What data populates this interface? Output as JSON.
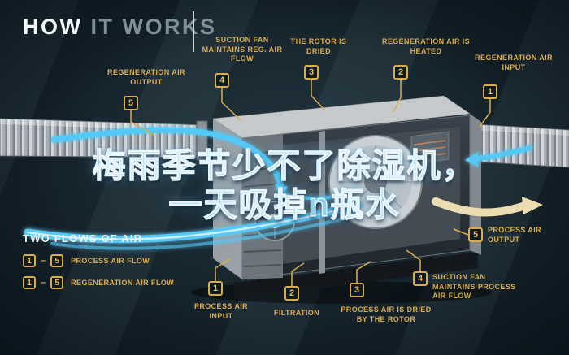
{
  "title": {
    "part1": "HOW",
    "part2": "IT WORKS"
  },
  "overlay": {
    "line1": "梅雨季节少不了除湿机，",
    "line2": "一天吸掉n瓶水"
  },
  "colors": {
    "background": "#15242c",
    "accent_yellow": "#d9ac50",
    "glow_blue": "#55c9f6",
    "overlay_text_blue": "#8ed2f4",
    "beige_arrow": "#ecdcb2"
  },
  "steps": {
    "regeneration": [
      {
        "num": "1",
        "label": "REGENERATION AIR INPUT"
      },
      {
        "num": "2",
        "label": "REGENERATION AIR IS HEATED"
      },
      {
        "num": "3",
        "label": "THE ROTOR IS DRIED"
      },
      {
        "num": "4",
        "label": "SUCTION FAN MAINTAINS REG. AIR FLOW"
      },
      {
        "num": "5",
        "label": "REGENERATION AIR OUTPUT"
      }
    ],
    "process": [
      {
        "num": "1",
        "label": "PROCESS AIR INPUT"
      },
      {
        "num": "2",
        "label": "FILTRATION"
      },
      {
        "num": "3",
        "label": "PROCESS AIR IS DRIED BY THE ROTOR"
      },
      {
        "num": "4",
        "label": "SUCTION FAN MAINTAINS PROCESS AIR FLOW"
      },
      {
        "num": "5",
        "label": "PROCESS AIR OUTPUT"
      }
    ]
  },
  "legend": {
    "heading": "TWO FLOWS OF AIR",
    "separator": "–",
    "rows": [
      {
        "from": "1",
        "to": "5",
        "label": "PROCESS AIR FLOW"
      },
      {
        "from": "1",
        "to": "5",
        "label": "REGENERATION AIR FLOW"
      }
    ]
  },
  "icons": {
    "duct": "corrugated-duct",
    "rotor": "desiccant-rotor",
    "fan": "suction-fan",
    "airflow": "air-flow-arrow"
  }
}
